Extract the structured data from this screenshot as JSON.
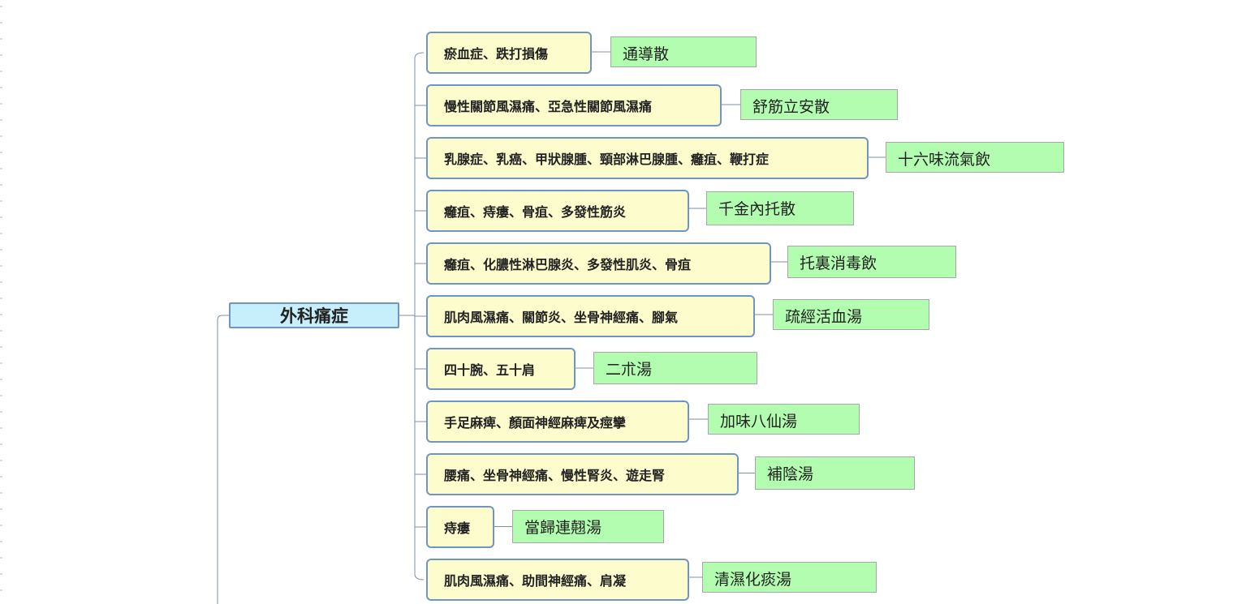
{
  "root": {
    "label": "外科痛症"
  },
  "branches": [
    {
      "symptom": "瘀血症、跌打損傷",
      "remedy": "通導散"
    },
    {
      "symptom": "慢性關節風濕痛、亞急性關節風濕痛",
      "remedy": "舒筋立安散"
    },
    {
      "symptom": "乳腺症、乳癌、甲狀腺腫、頸部淋巴腺腫、癰疽、鞭打症",
      "remedy": "十六味流氣飲"
    },
    {
      "symptom": "癰疽、痔瘻、骨疽、多發性筋炎",
      "remedy": "千金內托散"
    },
    {
      "symptom": "癰疽、化膿性淋巴腺炎、多發性肌炎、骨疽",
      "remedy": "托裏消毒飲"
    },
    {
      "symptom": "肌肉風濕痛、關節炎、坐骨神經痛、腳氣",
      "remedy": "疏經活血湯"
    },
    {
      "symptom": "四十腕、五十肩",
      "remedy": "二朮湯"
    },
    {
      "symptom": "手足麻痺、顏面神經麻痺及痙攣",
      "remedy": "加味八仙湯"
    },
    {
      "symptom": "腰痛、坐骨神經痛、慢性腎炎、遊走腎",
      "remedy": "補陰湯"
    },
    {
      "symptom": "痔瘻",
      "remedy": "當歸連翹湯"
    },
    {
      "symptom": "肌肉風濕痛、助間神經痛、肩凝",
      "remedy": "清濕化痰湯"
    }
  ],
  "colors": {
    "root_fill": "#c6eefb",
    "topic_fill": "#fdfccd",
    "remedy_fill": "#b2fdaf",
    "node_border": "#6f95c7",
    "connector": "#7f8ea8"
  }
}
